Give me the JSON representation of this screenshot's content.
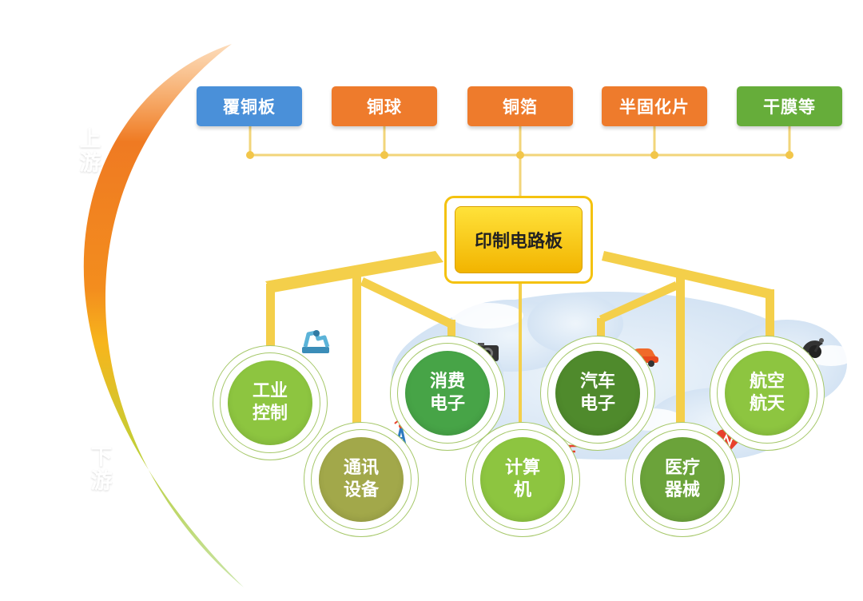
{
  "arc": {
    "upstream_chars": [
      "上",
      "游"
    ],
    "downstream_chars": [
      "下",
      "游"
    ]
  },
  "upstream": [
    {
      "label": "覆铜板",
      "color": "#4a90d9"
    },
    {
      "label": "铜球",
      "color": "#ee7b2c"
    },
    {
      "label": "铜箔",
      "color": "#ee7b2c"
    },
    {
      "label": "半固化片",
      "color": "#ee7b2c"
    },
    {
      "label": "干膜等",
      "color": "#66ad3a"
    }
  ],
  "center": {
    "label": "印制电路板",
    "color": "#f4c20f"
  },
  "downstream": [
    {
      "line1": "工业",
      "line2": "控制",
      "color": "#8dc540",
      "icon": "robot-arm-icon"
    },
    {
      "line1": "通讯",
      "line2": "设备",
      "color": "#a2a84a",
      "icon": "antenna-tower-icon"
    },
    {
      "line1": "消费",
      "line2": "电子",
      "color": "#47a447",
      "icon": "camera-icon"
    },
    {
      "line1": "计算",
      "line2": "机",
      "color": "#8dc540",
      "icon": "monitor-icon"
    },
    {
      "line1": "汽车",
      "line2": "电子",
      "color": "#4f8a2c",
      "icon": "car-icon"
    },
    {
      "line1": "医疗",
      "line2": "器械",
      "color": "#6ba33a",
      "icon": "heart-pulse-icon"
    },
    {
      "line1": "航空",
      "line2": "航天",
      "color": "#8dc540",
      "icon": "satellite-icon"
    }
  ],
  "colors": {
    "connector": "#f2d57a",
    "trunk": "#f4cf4a",
    "cloud": "#dbe9f6"
  }
}
